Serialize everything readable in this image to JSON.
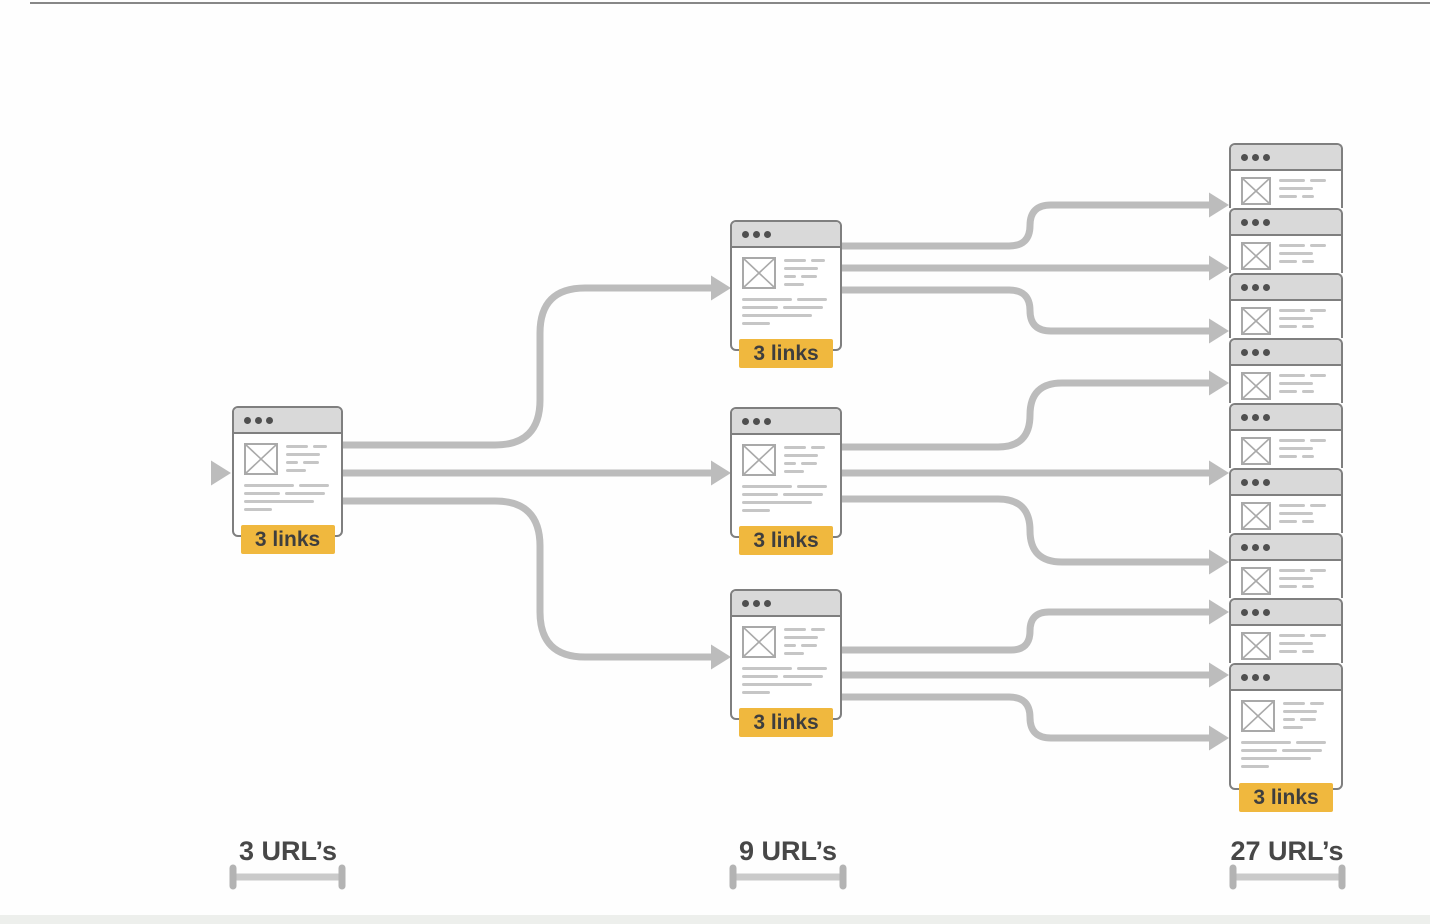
{
  "badge_label": "3 links",
  "columns": [
    {
      "label": "3 URL’s",
      "count": 1
    },
    {
      "label": "9 URL’s",
      "count": 3
    },
    {
      "label": "27 URL’s",
      "count": 9
    }
  ],
  "colors": {
    "accent_yellow": "#f0b83e",
    "connector_gray": "#bcbcbc",
    "card_border_gray": "#7f7f7f",
    "header_gray": "#d9d9d9",
    "label_text": "#474747"
  },
  "icons": {
    "window_dots": "window-dots-icon",
    "image_placeholder": "image-placeholder-icon",
    "arrowhead": "arrow-right-icon",
    "dimension_bar": "dimension-bar-icon"
  }
}
